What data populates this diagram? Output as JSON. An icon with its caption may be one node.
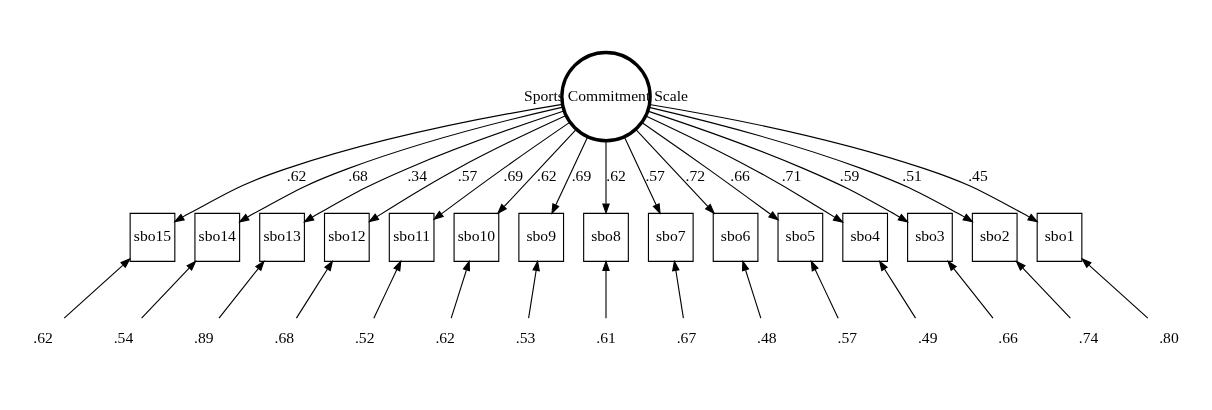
{
  "diagram": {
    "nodes": [
      {
        "text": [
          "Sports Commitment Scale"
        ]
      },
      {
        "text": [
          "sbo15"
        ]
      },
      {
        "text": [
          "sbo14"
        ]
      },
      {
        "text": [
          "sbo13"
        ]
      },
      {
        "text": [
          "sbo12"
        ]
      },
      {
        "text": [
          "sbo11"
        ]
      },
      {
        "text": [
          "sbo10"
        ]
      },
      {
        "text": [
          "sbo9"
        ]
      },
      {
        "text": [
          "sbo8"
        ]
      },
      {
        "text": [
          "sbo7"
        ]
      },
      {
        "text": [
          "sbo6"
        ]
      },
      {
        "text": [
          "sbo5"
        ]
      },
      {
        "text": [
          "sbo4"
        ]
      },
      {
        "text": [
          "sbo3"
        ]
      },
      {
        "text": [
          "sbo2"
        ]
      },
      {
        "text": [
          "sbo1"
        ]
      },
      {
        "text": [
          ".62"
        ]
      },
      {
        "text": [
          ".54"
        ]
      },
      {
        "text": [
          ".89"
        ]
      },
      {
        "text": [
          ".68"
        ]
      },
      {
        "text": [
          ".52"
        ]
      },
      {
        "text": [
          ".62"
        ]
      },
      {
        "text": [
          ".53"
        ]
      },
      {
        "text": [
          ".61"
        ]
      },
      {
        "text": [
          ".67"
        ]
      },
      {
        "text": [
          ".48"
        ]
      },
      {
        "text": [
          ".57"
        ]
      },
      {
        "text": [
          ".49"
        ]
      },
      {
        "text": [
          ".66"
        ]
      },
      {
        "text": [
          ".74"
        ]
      },
      {
        "text": [
          ".80"
        ]
      }
    ],
    "edges": [
      {
        "from": 0,
        "to": 1,
        "arrow": "to",
        "label": ".62"
      },
      {
        "from": 0,
        "to": 2,
        "arrow": "to",
        "label": ".68"
      },
      {
        "from": 0,
        "to": 3,
        "arrow": "to",
        "label": ".34"
      },
      {
        "from": 0,
        "to": 4,
        "arrow": "to",
        "label": ".57"
      },
      {
        "from": 0,
        "to": 5,
        "arrow": "to",
        "label": ".69"
      },
      {
        "from": 0,
        "to": 6,
        "arrow": "to",
        "label": ".62"
      },
      {
        "from": 0,
        "to": 7,
        "arrow": "to",
        "label": ".69"
      },
      {
        "from": 0,
        "to": 8,
        "arrow": "to",
        "label": ".62"
      },
      {
        "from": 0,
        "to": 9,
        "arrow": "to",
        "label": ".57"
      },
      {
        "from": 0,
        "to": 10,
        "arrow": "to",
        "label": ".72"
      },
      {
        "from": 0,
        "to": 11,
        "arrow": "to",
        "label": ".66"
      },
      {
        "from": 0,
        "to": 12,
        "arrow": "to",
        "label": ".71"
      },
      {
        "from": 0,
        "to": 13,
        "arrow": "to",
        "label": ".59"
      },
      {
        "from": 0,
        "to": 14,
        "arrow": "to",
        "label": ".51"
      },
      {
        "from": 0,
        "to": 15,
        "arrow": "to",
        "label": ".45"
      },
      {
        "from": 16,
        "to": 1,
        "arrow": "to"
      },
      {
        "from": 17,
        "to": 2,
        "arrow": "to"
      },
      {
        "from": 18,
        "to": 3,
        "arrow": "to"
      },
      {
        "from": 19,
        "to": 4,
        "arrow": "to"
      },
      {
        "from": 20,
        "to": 5,
        "arrow": "to"
      },
      {
        "from": 21,
        "to": 6,
        "arrow": "to"
      },
      {
        "from": 22,
        "to": 7,
        "arrow": "to"
      },
      {
        "from": 23,
        "to": 8,
        "arrow": "to"
      },
      {
        "from": 24,
        "to": 9,
        "arrow": "to"
      },
      {
        "from": 25,
        "to": 10,
        "arrow": "to"
      },
      {
        "from": 26,
        "to": 11,
        "arrow": "to"
      },
      {
        "from": 27,
        "to": 12,
        "arrow": "to"
      },
      {
        "from": 28,
        "to": 13,
        "arrow": "to"
      },
      {
        "from": 29,
        "to": 14,
        "arrow": "to"
      },
      {
        "from": 30,
        "to": 15,
        "arrow": "to"
      }
    ]
  }
}
